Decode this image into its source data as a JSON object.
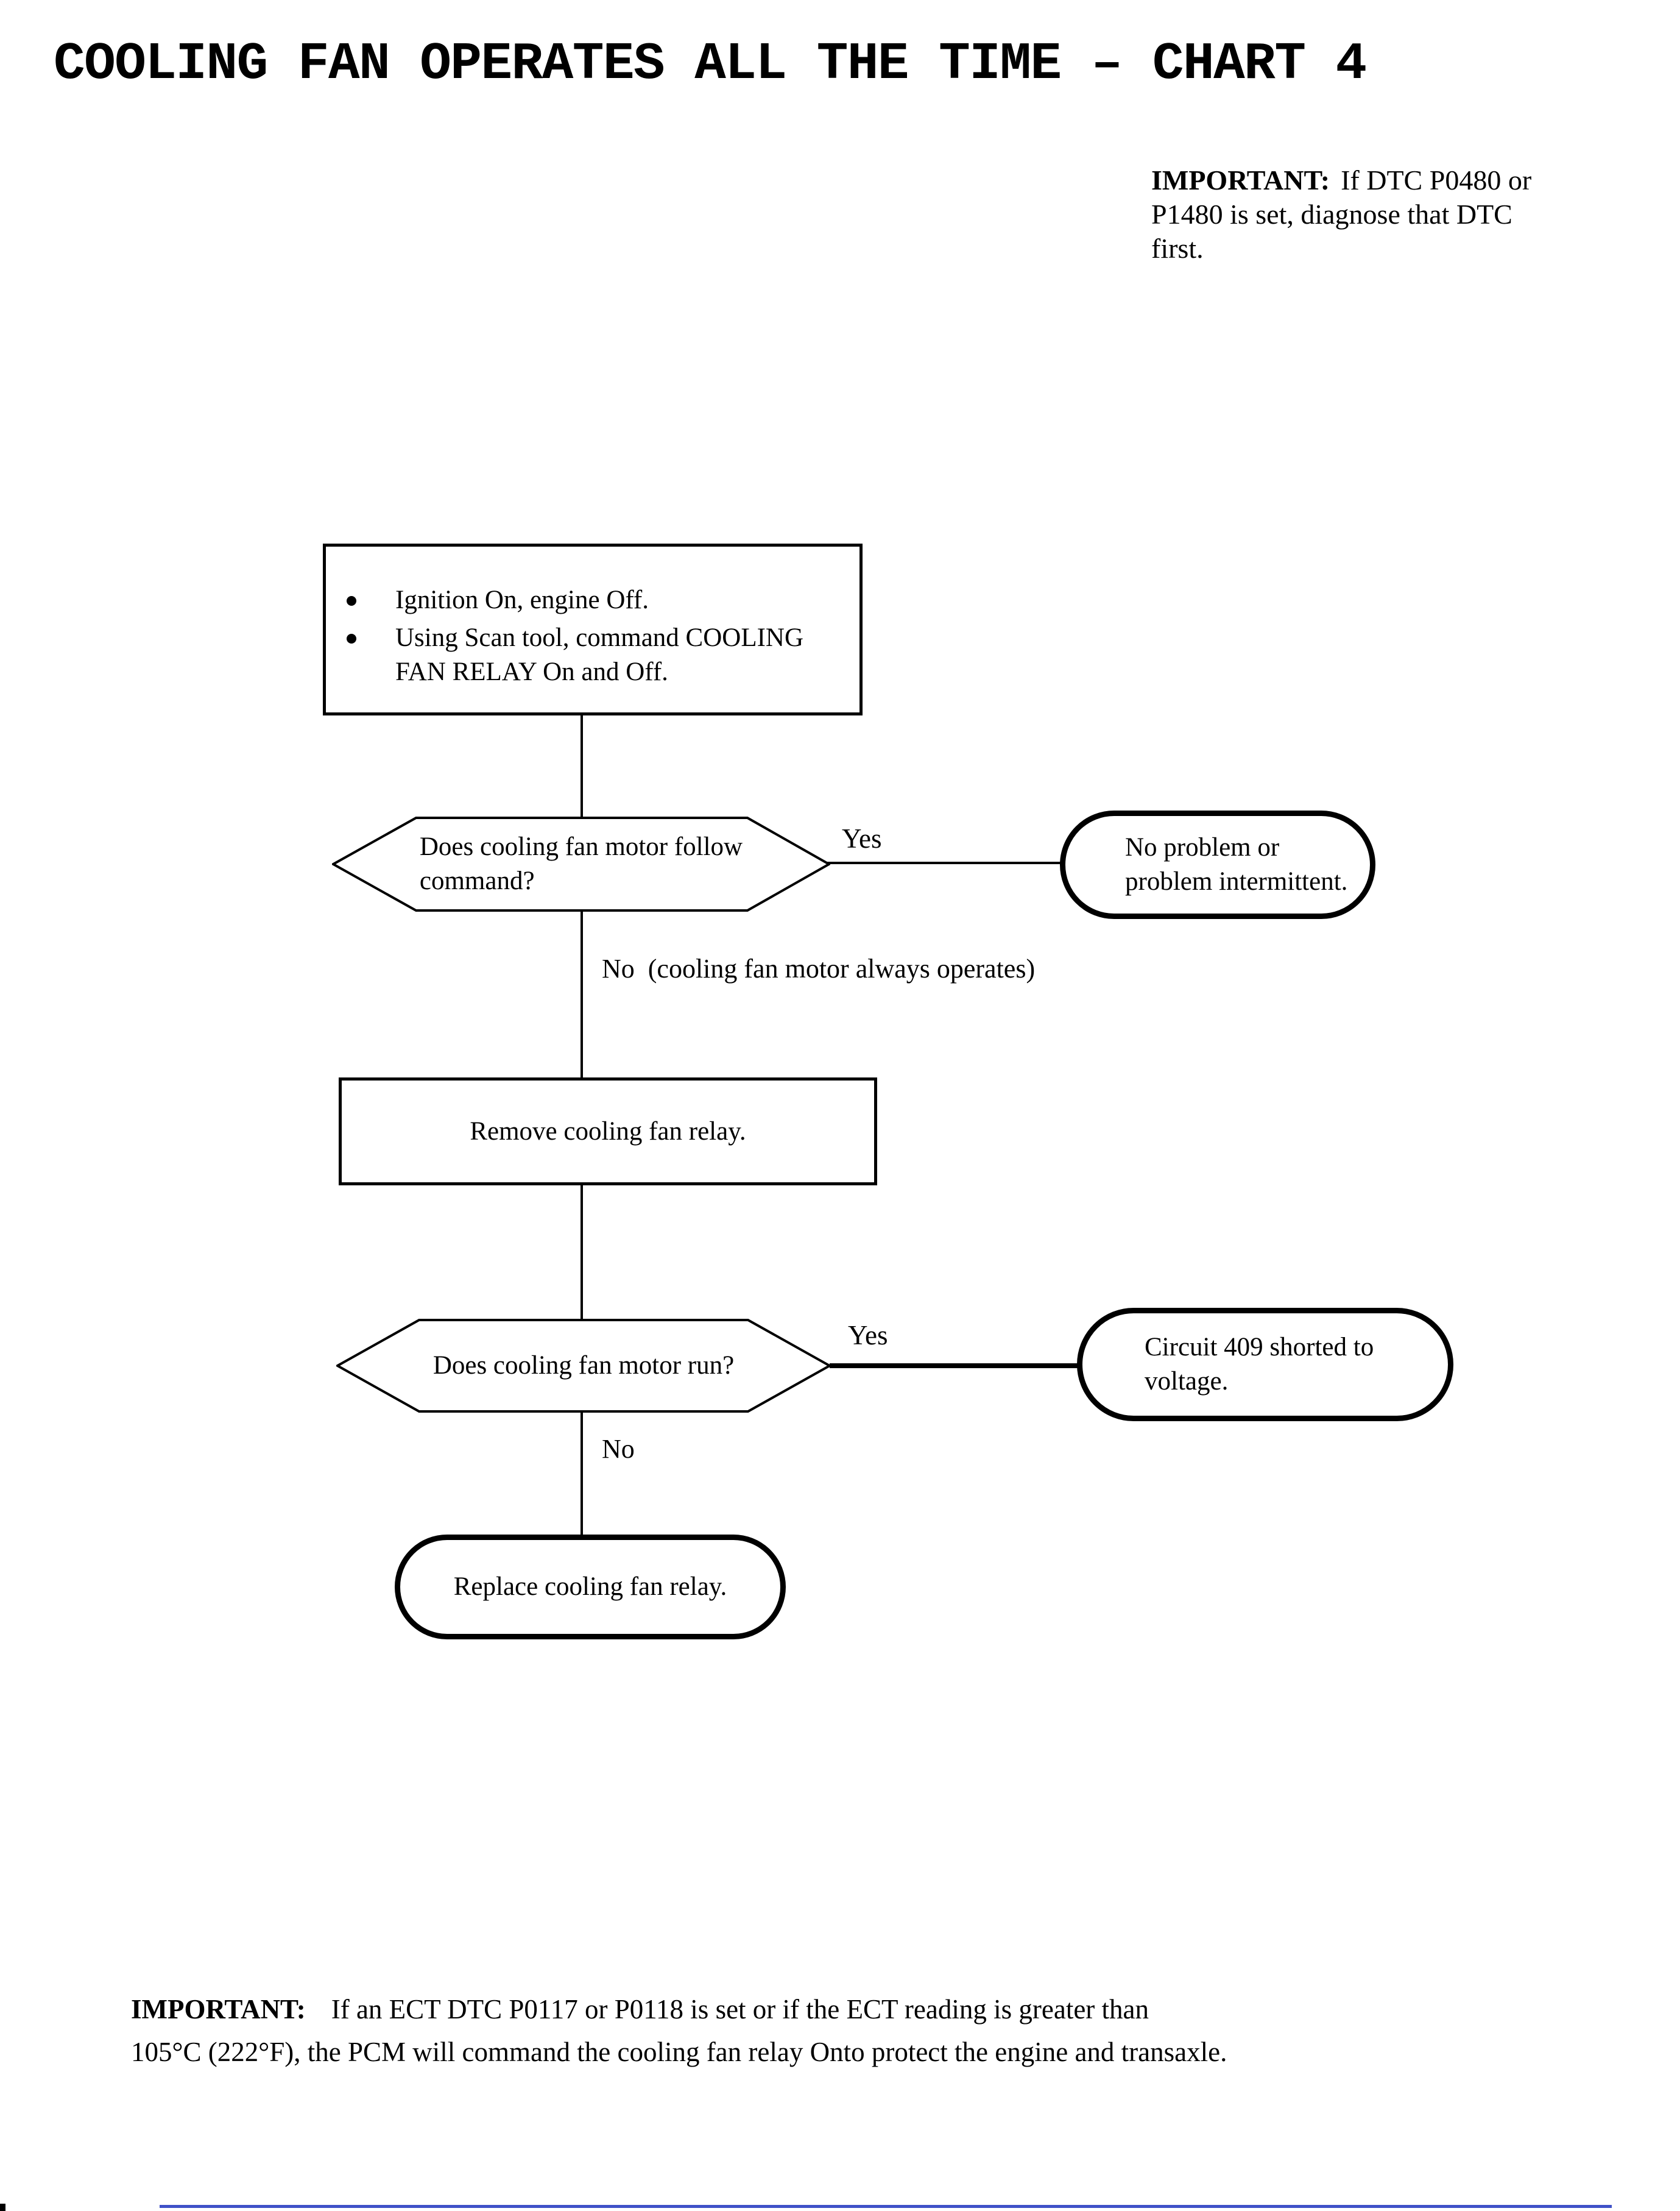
{
  "document": {
    "title": "COOLING FAN OPERATES ALL THE TIME – CHART 4",
    "top_note": {
      "label": "IMPORTANT:",
      "lines": [
        "If DTC P0480 or",
        "P1480 is set, diagnose that DTC",
        "first."
      ]
    },
    "bottom_note": {
      "label": "IMPORTANT:",
      "lines": [
        "If an ECT DTC P0117 or P0118 is set or if the ECT reading is greater than",
        "105°C (222°F), the PCM will command the cooling fan relay Onto protect the engine and transaxle."
      ]
    }
  },
  "flowchart": {
    "start_box": {
      "bullets": [
        {
          "lines": [
            "Ignition On, engine Off."
          ]
        },
        {
          "lines": [
            "Using Scan tool, command COOLING",
            "FAN RELAY On and Off."
          ]
        }
      ]
    },
    "decision_follow_command": {
      "lines": [
        "Does cooling fan motor follow",
        "command?"
      ],
      "yes_label": "Yes",
      "no_label": "No  (cooling fan motor always operates)"
    },
    "terminal_no_problem": {
      "lines": [
        "No problem or",
        "problem intermittent."
      ]
    },
    "process_remove_relay": {
      "lines": [
        "Remove cooling fan relay."
      ]
    },
    "decision_motor_run": {
      "lines": [
        "Does cooling fan motor run?"
      ],
      "yes_label": "Yes",
      "no_label": "No"
    },
    "terminal_circuit_409": {
      "lines": [
        "Circuit 409 shorted to",
        "voltage."
      ]
    },
    "terminal_replace_relay": {
      "lines": [
        "Replace cooling fan relay."
      ]
    }
  },
  "colors": {
    "ink": "#000000",
    "paper": "#ffffff",
    "bottom_rule": "#3f51c8"
  }
}
